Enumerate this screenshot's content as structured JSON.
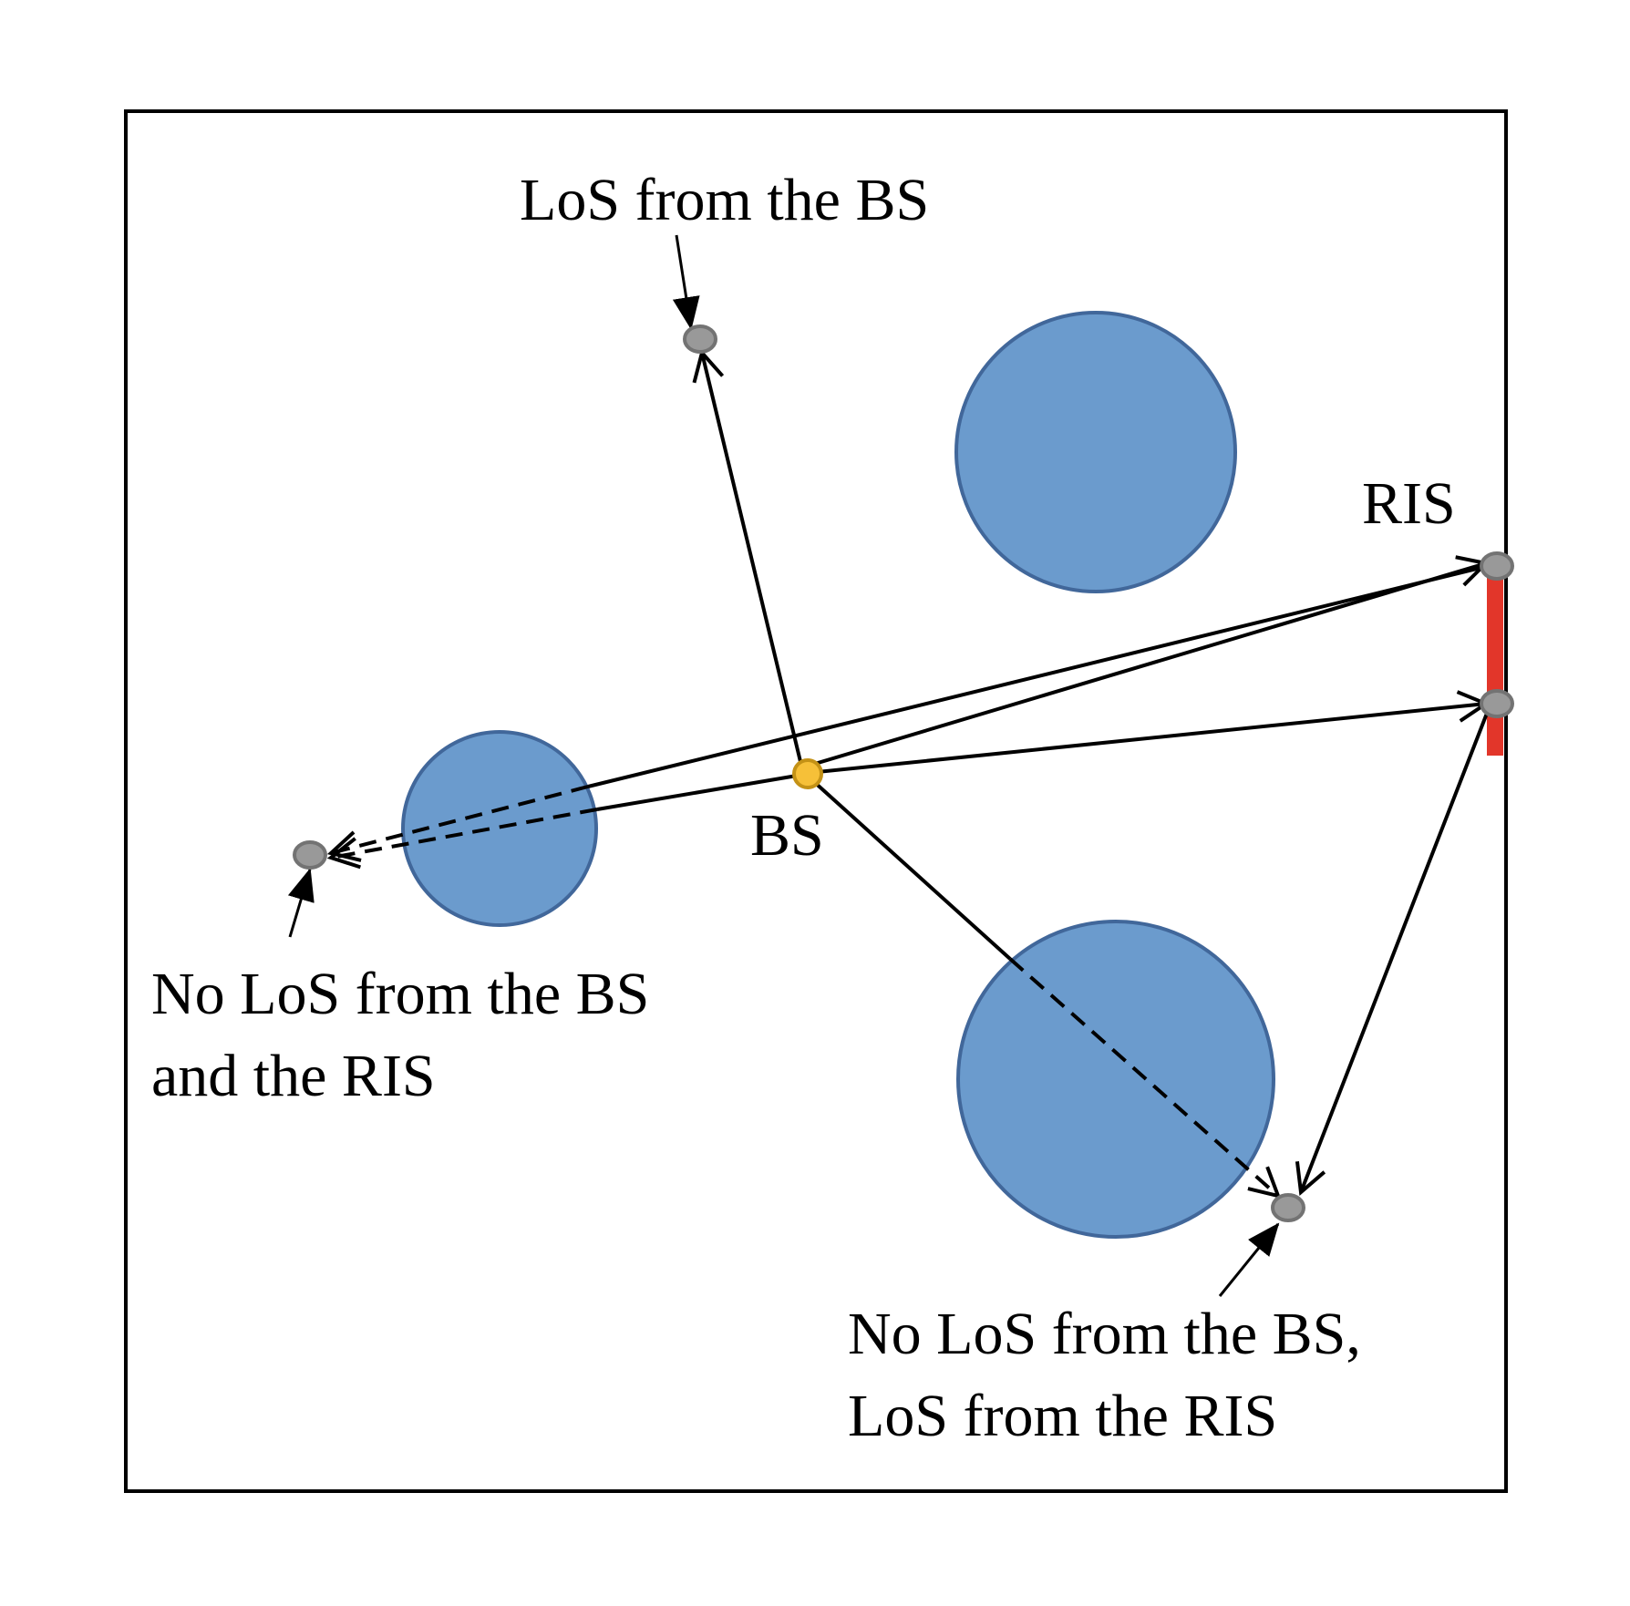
{
  "labels": {
    "los_user": "LoS from the BS",
    "ris": "RIS",
    "bs": "BS",
    "nolos_both_line1": "No LoS from the BS",
    "nolos_both_line2": "and the RIS",
    "nolos_bs_line1": "No LoS from the BS,",
    "nolos_bs_line2": "LoS from the RIS"
  },
  "colors": {
    "obstacle_fill": "#6b9bcd",
    "obstacle_stroke": "#41679a",
    "user_fill": "#999999",
    "user_stroke": "#737373",
    "bs_fill": "#f6c038",
    "bs_stroke": "#c49216",
    "ris_bar": "#e2362a",
    "line": "#000000",
    "frame": "#000000"
  }
}
